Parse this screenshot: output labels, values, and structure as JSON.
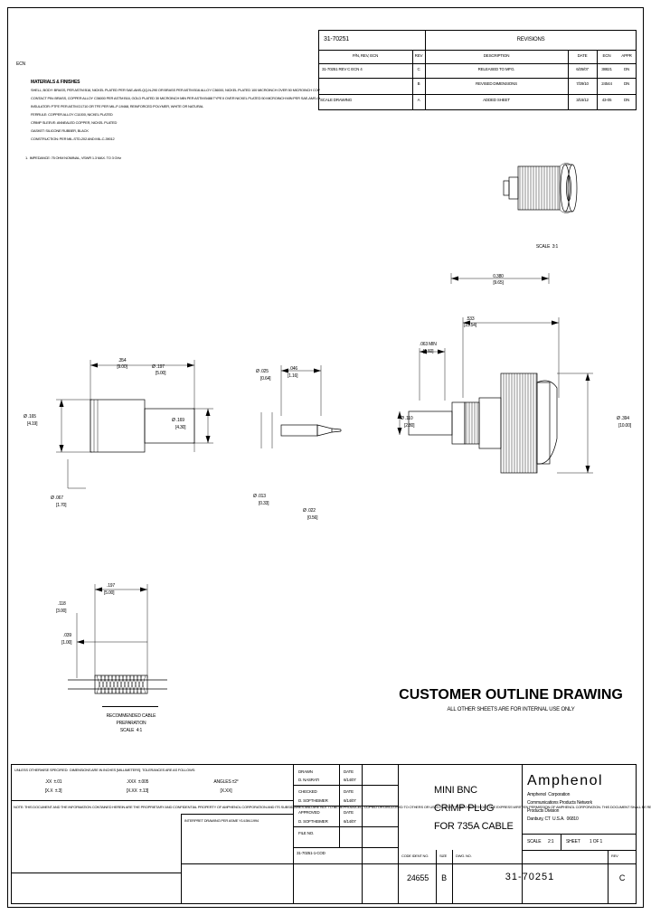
{
  "sheet": {
    "border_note": "engineering drawing sheet border",
    "zone_label_left": "ECN"
  },
  "revision_block": {
    "drawing_number": "31-70251",
    "title": "REVISIONS",
    "columns": [
      "P/N, REV, ECN",
      "REV",
      "DESCRIPTION",
      "DATE",
      "ECN",
      "APPR"
    ],
    "left_header": "P/N, REV, ECN",
    "rev_header": "REV",
    "desc_header": "DESCRIPTION",
    "date_header": "DATE",
    "ecn_header": "ECN",
    "appr_header": "APPR",
    "rows": [
      {
        "pn": "31-70251 REV C ECN 4",
        "rev": "C",
        "description": "RELEASED TO MFG.",
        "date": "6/25/07",
        "ecn": "38821",
        "appr": "DN"
      },
      {
        "pn": "",
        "rev": "B",
        "description": "REVISED DIMENSIONS",
        "date": "7/29/10",
        "ecn": "24544",
        "appr": "DN"
      },
      {
        "pn": "SCALE DRAWING",
        "rev": "A",
        "description": "ADDED SHEET",
        "date": "3/15/12",
        "ecn": "43-05",
        "appr": "DN"
      }
    ]
  },
  "notes": {
    "heading": "MATERIALS & FINISHES",
    "lines": [
      "SHELL, BODY: BRASS, PER ASTM B16, NICKEL PLATED PER SAE-AMS-QQ-N-290 OR BRASS PER ASTM B16 ALLOY C36000, NICKEL PLATED 100 MICROINCH OVER 50 MICROINCH COPPER PER ASTM B734",
      "CONTACT PIN: BRASS, COPPER ALLOY C36000 PER ASTM B16, GOLD PLATED 30 MICROINCH MIN PER ASTM B488 TYPE II OVER NICKEL PLATED 50 MICROINCH MIN PER SAE-AMS-QQ-N-290",
      "INSULATOR: PTFE PER ASTM D1710 OR TFE PER MIL-P-19468, REINFORCED POLYMER, WHITE OR NATURAL",
      "FERRULE: COPPER ALLOY C11000, NICKEL PLATED",
      "CRIMP SLEEVE: ANNEALED COPPER, NICKEL PLATED",
      "GASKET: SILICONE RUBBER, BLACK",
      "CONSTRUCTION: PER MIL-STD-202 AND MIL-C-39012"
    ],
    "footnote": "1.  IMPEDANCE: 75 OHM NOMINAL, VSWR 1.3 MAX. TO 3 GHz"
  },
  "views": {
    "isometric": {
      "scale_label": "SCALE  3:1",
      "dim_overall": {
        "value": "0.380",
        "bracket": "[9.65]"
      }
    },
    "left_view": {
      "dim_len": {
        "value": ".354",
        "bracket": "[9.00]"
      },
      "dim_dia_top": {
        "value": "Ø .197",
        "bracket": "[5.00]"
      },
      "dim_dia_left": {
        "value": "Ø .165",
        "bracket": "[4.19]"
      },
      "dim_dia_right": {
        "value": "Ø .169",
        "bracket": "[4.30]"
      },
      "dim_bottom": {
        "value": "Ø .067",
        "bracket": "[1.70]"
      }
    },
    "center_view": {
      "dim_pin_dia": {
        "value": "Ø .025",
        "bracket": "[0.64]"
      },
      "dim_pin_len": {
        "value": ".046",
        "bracket": "[1.16]"
      },
      "dim_tip": {
        "value": "Ø .013",
        "bracket": "[0.33]"
      },
      "dim_ref": {
        "value": "Ø .022",
        "bracket": "[0.56]"
      }
    },
    "right_view": {
      "dim_top_len": {
        "value": ".533",
        "bracket": "[13.54]"
      },
      "dim_thread": {
        "value": ".063 MIN",
        "bracket": "[1.60]"
      },
      "dim_left_dia": {
        "value": "Ø .110",
        "bracket": "[2.80]"
      },
      "dim_right_dia": {
        "value": "Ø .394",
        "bracket": "[10.00]"
      }
    },
    "cable_prep": {
      "title": "RECOMMENDED CABLE",
      "subtitle": "PREPARATION",
      "scale": "SCALE  4:1",
      "dim_a": {
        "value": ".197",
        "bracket": "[5.00]"
      },
      "dim_b": {
        "value": ".118",
        "bracket": "[3.00]"
      },
      "dim_c": {
        "value": ".039",
        "bracket": "[1.00]"
      }
    }
  },
  "banner": {
    "title": "CUSTOMER OUTLINE DRAWING",
    "subtitle": "ALL OTHER SHEETS ARE FOR INTERNAL USE ONLY"
  },
  "tolerance_block": {
    "line1": "UNLESS OTHERWISE SPECIFIED:  DIMENSIONS ARE IN INCHES [MILLIMETERS]  TOLERANCES ARE AS FOLLOWS:",
    "col1_top": ".XX  ±.01",
    "col1_bot": "[X.X  ±.3]",
    "col2_top": ".XXX  ±.005",
    "col2_bot": "[X.XX  ±.13]",
    "col3_top": "ANGLES ±2°",
    "col3_bot": "[X.XX]",
    "proprietary": "NOTE: THIS DOCUMENT AND THE INFORMATION CONTAINED HEREIN ARE THE PROPRIETARY AND CONFIDENTIAL PROPERTY OF AMPHENOL CORPORATION AND ITS SUBSIDIARIES AND ARE NOT TO BE REPRODUCED, COPIED OR DISCLOSED TO OTHERS OR USED FOR ANY PURPOSE WITHOUT THE EXPRESS WRITTEN PERMISSION OF AMPHENOL CORPORATION. THIS DOCUMENT SHALL BE RETURNED UPON REQUEST AND MUST NOT BE RETAINED, COPIED OR OTHERWISE REPRODUCED IN WHOLE OR IN PART. ALL RIGHTS RESERVED."
  },
  "title_block": {
    "drawn_label": "DRAWN",
    "drawn_name": "D. NASRATI",
    "drawn_date_label": "DATE",
    "drawn_date": "6/14/07",
    "checked_label": "CHECKED",
    "checked_name": "D. SOFTHEIMER",
    "checked_date_label": "DATE",
    "checked_date": "6/14/07",
    "approved_label": "APPROVED",
    "approved_name": "D. SOFTHEIMER",
    "approved_date_label": "DATE",
    "approved_date": "6/14/07",
    "file_label": "FILE NO.",
    "file_value": "31-70251-1-COD",
    "interp_label": "INTERPRET DRAWING PER ASME Y14.5M-1994",
    "part_title_lines": [
      "MINI BNC",
      "CRIMP PLUG",
      "FOR 735A CABLE"
    ],
    "company": "Amphenol",
    "company_lines": [
      "Amphenol  Corporation",
      "Communications Products Network",
      "Products Division",
      "Danbury, CT  U.S.A.  06810"
    ],
    "scale_label": "SCALE",
    "scale_value": "2:1",
    "sheet_label": "SHEET",
    "sheet_value": "1 OF 1",
    "code_ident_label": "CODE IDENT NO.",
    "code_ident_value": "24655",
    "size_label": "SIZE",
    "size_value": "B",
    "dwg_no_label": "DWG. NO.",
    "dwg_no_value": "31-70251",
    "rev_label": "REV",
    "rev_value": "C"
  },
  "colors": {
    "line": "#000000",
    "paper": "#ffffff",
    "hatch": "#000000"
  }
}
